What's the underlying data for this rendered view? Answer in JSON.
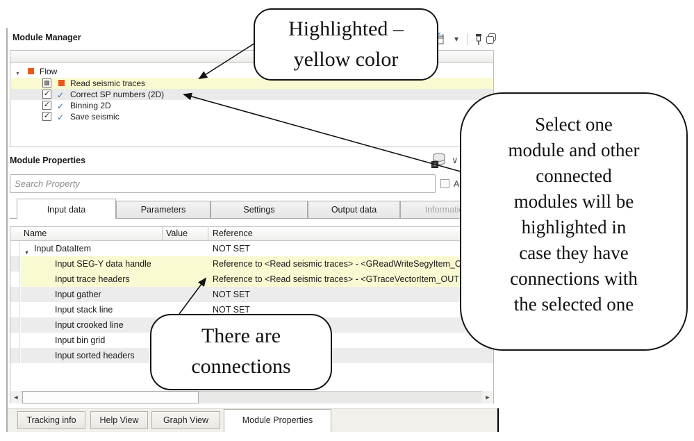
{
  "colors": {
    "highlight_yellow": "#fafad2",
    "accent_orange": "#e8591c",
    "accent_blue": "#2e74b5",
    "zebra_gray": "#ececec"
  },
  "module_manager": {
    "title": "Module Manager",
    "tree": {
      "root": {
        "label": "Flow"
      },
      "items": [
        {
          "label": "Read seismic traces",
          "checkbox": "partial",
          "icon": "orange-square",
          "highlight": "yellow"
        },
        {
          "label": "Correct SP numbers (2D)",
          "checkbox": "checked",
          "icon": "blue-check",
          "highlight": "gray"
        },
        {
          "label": "Binning 2D",
          "checkbox": "checked",
          "icon": "blue-check"
        },
        {
          "label": "Save seismic",
          "checkbox": "checked",
          "icon": "blue-check"
        }
      ]
    },
    "checkmark": "✓",
    "expand_glyph": "▼",
    "dropdown_glyph": "▾"
  },
  "module_properties": {
    "title": "Module Properties",
    "search": {
      "placeholder": "Search Property"
    },
    "advanced_label": "Adv",
    "header_icons": {
      "chevron_down": "∨",
      "chevron_right": ">"
    },
    "tabs": [
      {
        "label": "Input data",
        "active": true
      },
      {
        "label": "Parameters"
      },
      {
        "label": "Settings"
      },
      {
        "label": "Output data"
      },
      {
        "label": "Information",
        "disabled": true
      }
    ],
    "table": {
      "columns": {
        "name": "Name",
        "value": "Value",
        "reference": "Reference"
      },
      "rows": [
        {
          "name": "Input DataItem",
          "value": "",
          "reference": "NOT SET"
        },
        {
          "name": "Input SEG-Y data handle",
          "value": "",
          "reference": "Reference to <Read seismic traces> - <GReadWriteSegyItem_OUT"
        },
        {
          "name": "Input trace headers",
          "value": "",
          "reference": "Reference to <Read seismic traces> - <GTraceVectorItem_OUT"
        },
        {
          "name": "Input gather",
          "value": "",
          "reference": "NOT SET"
        },
        {
          "name": "Input stack line",
          "value": "",
          "reference": "NOT SET"
        },
        {
          "name": "Input crooked line",
          "value": "",
          "reference": ""
        },
        {
          "name": "Input bin grid",
          "value": "",
          "reference": ""
        },
        {
          "name": "Input sorted headers",
          "value": "",
          "reference": ""
        }
      ]
    },
    "scrollbar": {
      "left_arrow": "◄",
      "right_arrow": "►"
    }
  },
  "bottom_tabs": [
    {
      "label": "Tracking info"
    },
    {
      "label": "Help View"
    },
    {
      "label": "Graph View"
    },
    {
      "label": "Module Properties",
      "active": true
    }
  ],
  "callouts": {
    "highlighted": {
      "line1": "Highlighted –",
      "line2": "yellow color"
    },
    "connections": {
      "line1": "There are",
      "line2": "connections"
    },
    "select_module": {
      "lines": [
        "Select one",
        "module and other",
        "connected",
        "modules will be",
        "highlighted in",
        "case they have",
        "connections with",
        "the selected one"
      ]
    }
  }
}
